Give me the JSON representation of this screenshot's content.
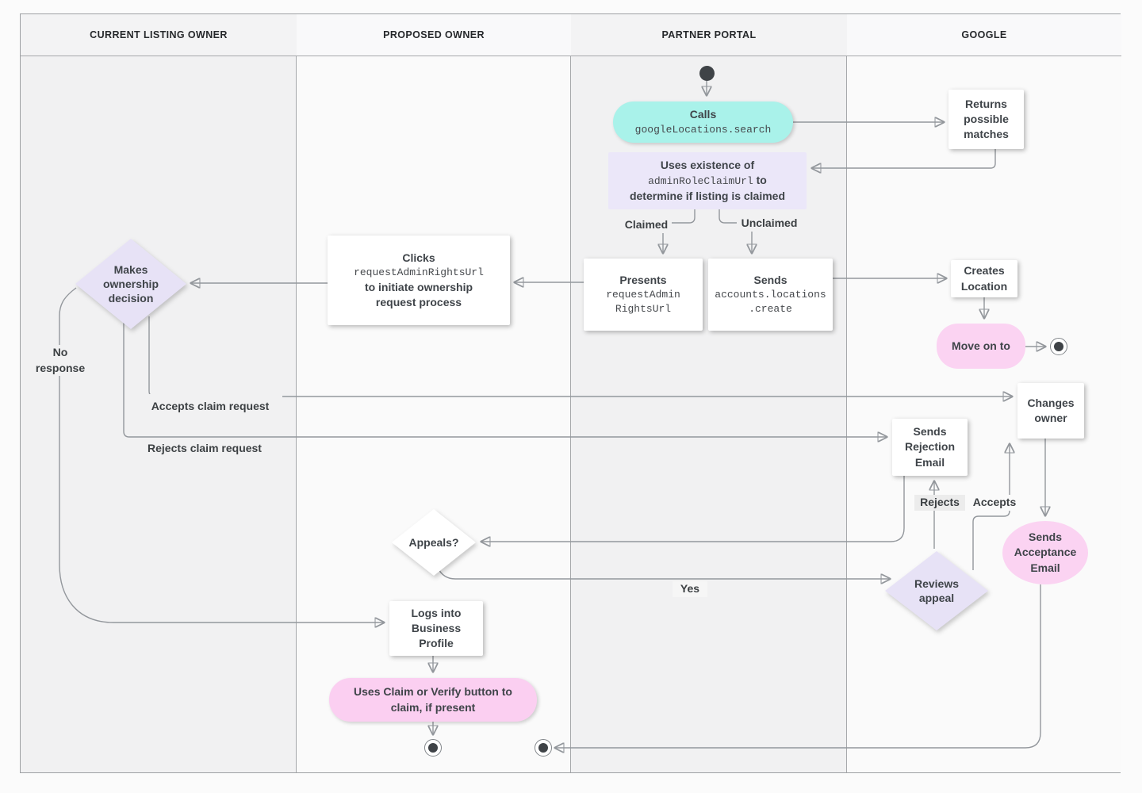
{
  "lanes": [
    {
      "label": "CURRENT LISTING OWNER"
    },
    {
      "label": "PROPOSED OWNER"
    },
    {
      "label": "PARTNER PORTAL"
    },
    {
      "label": "GOOGLE"
    }
  ],
  "nodes": {
    "calls": {
      "label": "Calls",
      "code": "googleLocations.search"
    },
    "returns_matches": {
      "label": "Returns possible matches"
    },
    "uses_existence": {
      "line1": "Uses existence of",
      "code": "adminRoleClaimUrl",
      "line2_tail": " to",
      "line3": "determine if listing is claimed"
    },
    "presents": {
      "label": "Presents",
      "code_line1": "requestAdmin",
      "code_line2": "RightsUrl"
    },
    "sends_create": {
      "label": "Sends",
      "code_line1": "accounts.locations",
      "code_line2": ".create"
    },
    "creates_location": {
      "label": "Creates Location"
    },
    "move_on_to": {
      "label": "Move on to"
    },
    "clicks": {
      "label": "Clicks",
      "code": "requestAdminRightsUrl",
      "line2": "to initiate ownership",
      "line3": "request process"
    },
    "makes_decision": {
      "label": "Makes ownership decision"
    },
    "sends_rejection": {
      "label": "Sends Rejection Email"
    },
    "changes_owner": {
      "label": "Changes owner"
    },
    "sends_acceptance": {
      "label": "Sends Acceptance Email"
    },
    "appeals": {
      "label": "Appeals?"
    },
    "reviews_appeal": {
      "line1": "Reviews",
      "line2": "appeal"
    },
    "logs_in": {
      "label": "Logs into Business Profile"
    },
    "uses_claim": {
      "line1": "Uses Claim or Verify button to",
      "line2": "claim, if present"
    }
  },
  "edge_labels": {
    "claimed": "Claimed",
    "unclaimed": "Unclaimed",
    "no_line1": "No",
    "no_line2": "response",
    "accepts_claim": "Accepts claim request",
    "rejects_claim": "Rejects claim request",
    "rejects": "Rejects",
    "accepts": "Accepts",
    "yes": "Yes"
  },
  "colors": {
    "teal_node": "#a9f2ea",
    "lavender_box": "#ebe7f9",
    "lavender_diamond": "#e7e2f6",
    "pink_node": "#fbd3f2",
    "pink_claim_node": "#fbcff1",
    "edge_gray": "#93979c",
    "text": "#3f4449",
    "lane_gray": "#f1f1f2",
    "lane_light": "#fafafa"
  }
}
